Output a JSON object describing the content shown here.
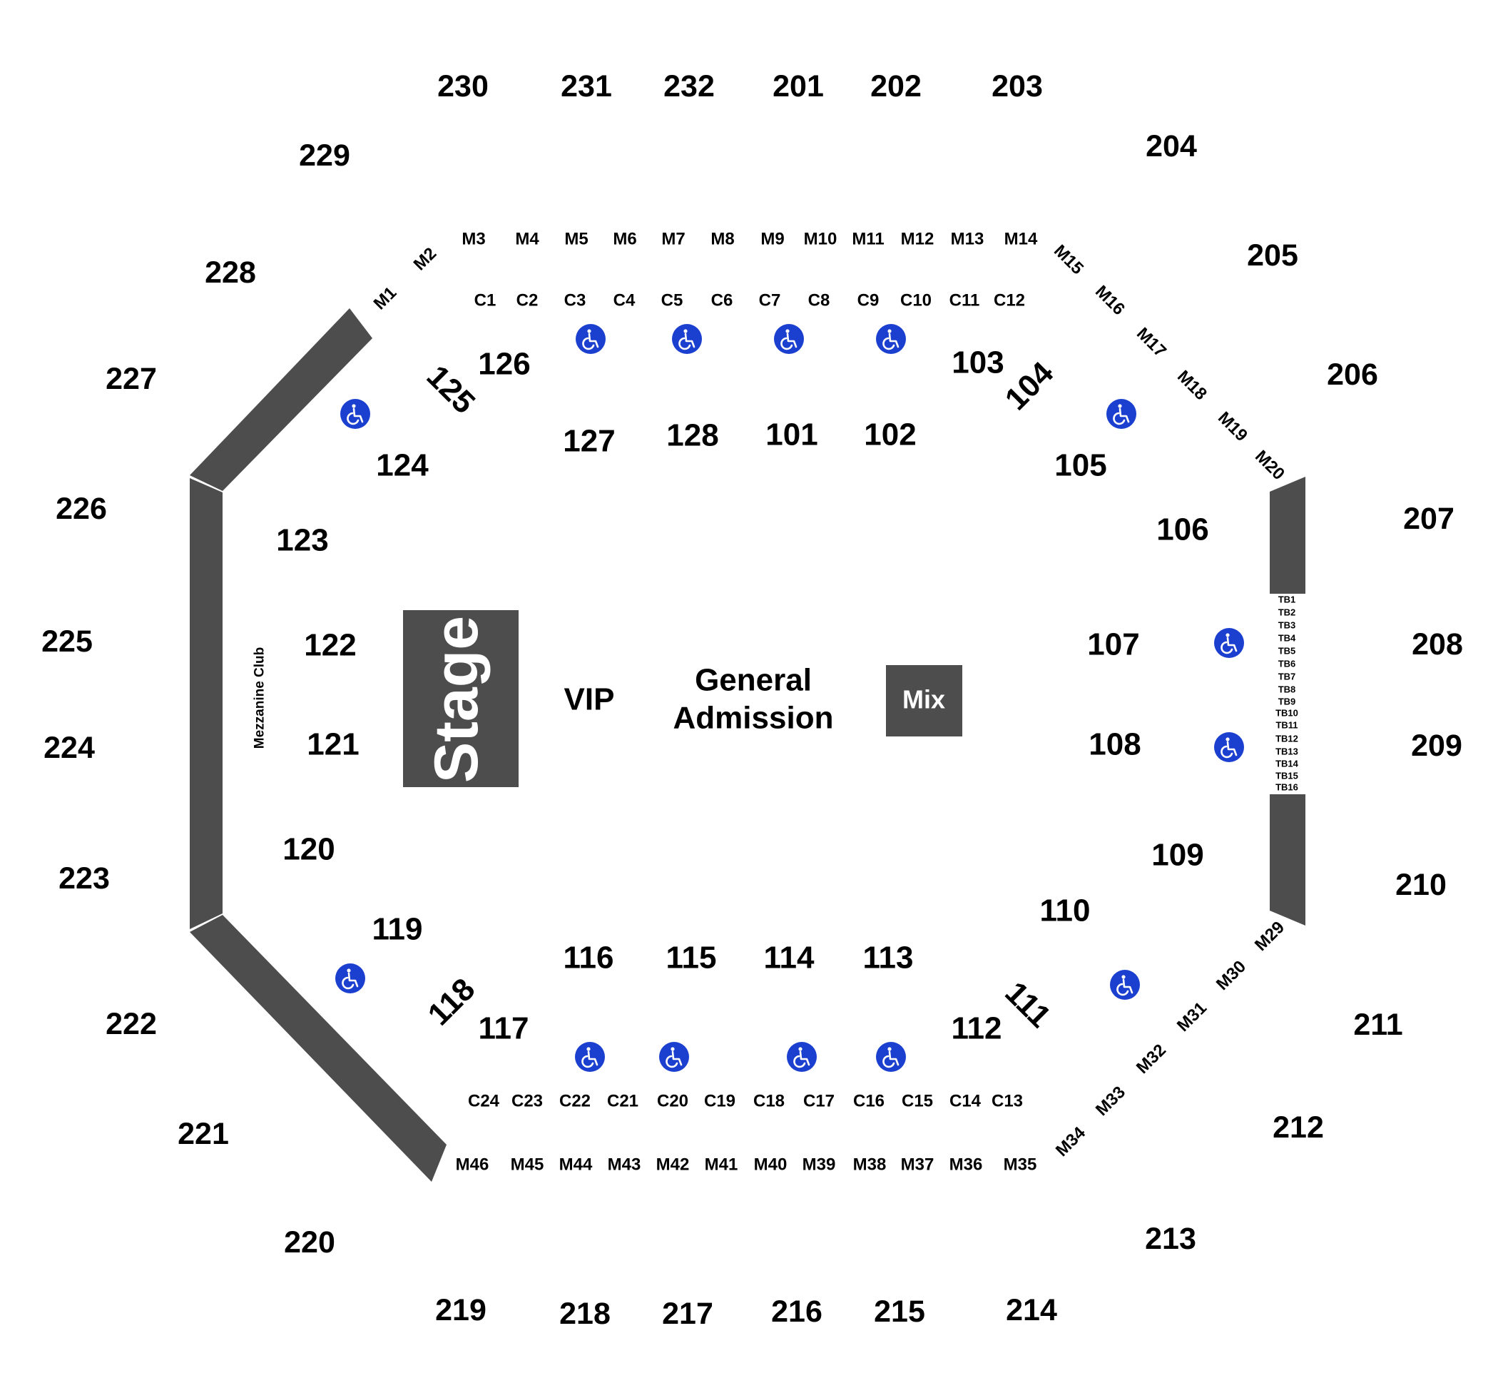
{
  "floor": {
    "stage_label": "Stage",
    "vip_label": "VIP",
    "ga_line1": "General",
    "ga_line2": "Admission",
    "mix_label": "Mix",
    "club_label": "Mezzanine Club"
  },
  "sections_upper": [
    "230",
    "231",
    "232",
    "201",
    "202",
    "203",
    "204",
    "205",
    "206",
    "207",
    "208",
    "209",
    "210",
    "211",
    "212",
    "213",
    "214",
    "215",
    "216",
    "217",
    "218",
    "219",
    "220",
    "221",
    "222",
    "223",
    "224",
    "225",
    "226",
    "227",
    "228",
    "229"
  ],
  "sections_lower": [
    "126",
    "125",
    "124",
    "123",
    "122",
    "121",
    "120",
    "119",
    "118",
    "117",
    "116",
    "115",
    "114",
    "113",
    "112",
    "111",
    "110",
    "109",
    "108",
    "107",
    "106",
    "105",
    "104",
    "103",
    "127",
    "128",
    "101",
    "102"
  ],
  "mezzanine_boxes": [
    "M1",
    "M2",
    "M3",
    "M4",
    "M5",
    "M6",
    "M7",
    "M8",
    "M9",
    "M10",
    "M11",
    "M12",
    "M13",
    "M14",
    "M15",
    "M16",
    "M17",
    "M18",
    "M19",
    "M20",
    "M29",
    "M30",
    "M31",
    "M32",
    "M33",
    "M34",
    "M35",
    "M36",
    "M37",
    "M38",
    "M39",
    "M40",
    "M41",
    "M42",
    "M43",
    "M44",
    "M45",
    "M46"
  ],
  "club_boxes": [
    "C1",
    "C2",
    "C3",
    "C4",
    "C5",
    "C6",
    "C7",
    "C8",
    "C9",
    "C10",
    "C11",
    "C12",
    "C13",
    "C14",
    "C15",
    "C16",
    "C17",
    "C18",
    "C19",
    "C20",
    "C21",
    "C22",
    "C23",
    "C24"
  ],
  "table_boxes": [
    "TB1",
    "TB2",
    "TB3",
    "TB4",
    "TB5",
    "TB6",
    "TB7",
    "TB8",
    "TB9",
    "TB10",
    "TB11",
    "TB12",
    "TB13",
    "TB14",
    "TB15",
    "TB16"
  ],
  "colors": {
    "wall": "#4d4d4d",
    "accessible": "#1b3fcf",
    "text": "#000000",
    "background": "#ffffff"
  },
  "icons": {
    "accessible": "wheelchair-icon"
  }
}
